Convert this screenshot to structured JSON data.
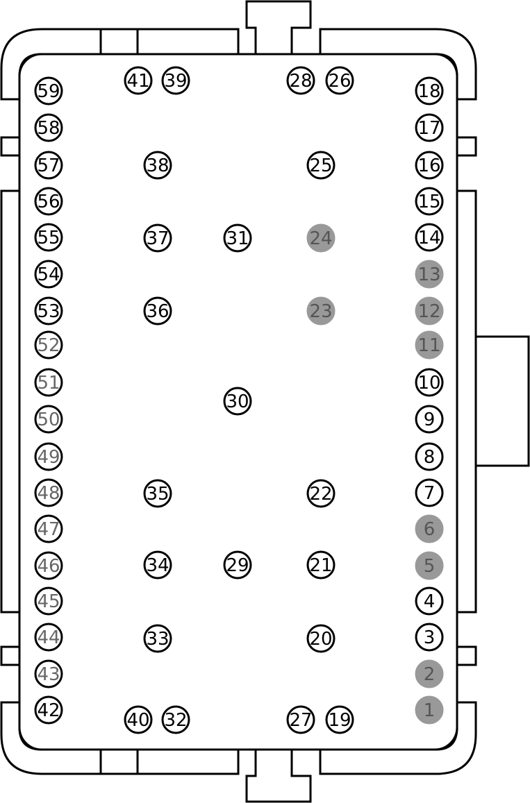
{
  "colors": {
    "stroke": "#000000",
    "background": "#ffffff",
    "pin_open_text": "#000000",
    "pin_filled": "#999999",
    "pin_filled_text": "#555555",
    "pin_light_text": "#666666"
  },
  "pins": [
    {
      "label": "1",
      "style": "filled"
    },
    {
      "label": "2",
      "style": "filled"
    },
    {
      "label": "3",
      "style": "open"
    },
    {
      "label": "4",
      "style": "open"
    },
    {
      "label": "5",
      "style": "filled"
    },
    {
      "label": "6",
      "style": "filled"
    },
    {
      "label": "7",
      "style": "open"
    },
    {
      "label": "8",
      "style": "open"
    },
    {
      "label": "9",
      "style": "open"
    },
    {
      "label": "10",
      "style": "open"
    },
    {
      "label": "11",
      "style": "filled"
    },
    {
      "label": "12",
      "style": "filled"
    },
    {
      "label": "13",
      "style": "filled"
    },
    {
      "label": "14",
      "style": "open"
    },
    {
      "label": "15",
      "style": "open"
    },
    {
      "label": "16",
      "style": "open"
    },
    {
      "label": "17",
      "style": "open"
    },
    {
      "label": "18",
      "style": "open"
    },
    {
      "label": "19",
      "style": "open"
    },
    {
      "label": "20",
      "style": "open"
    },
    {
      "label": "21",
      "style": "open"
    },
    {
      "label": "22",
      "style": "open"
    },
    {
      "label": "23",
      "style": "filled"
    },
    {
      "label": "24",
      "style": "filled"
    },
    {
      "label": "25",
      "style": "open"
    },
    {
      "label": "26",
      "style": "open"
    },
    {
      "label": "27",
      "style": "open"
    },
    {
      "label": "28",
      "style": "open"
    },
    {
      "label": "29",
      "style": "open"
    },
    {
      "label": "30",
      "style": "open"
    },
    {
      "label": "31",
      "style": "open"
    },
    {
      "label": "32",
      "style": "open"
    },
    {
      "label": "33",
      "style": "open"
    },
    {
      "label": "34",
      "style": "open"
    },
    {
      "label": "35",
      "style": "open"
    },
    {
      "label": "36",
      "style": "open"
    },
    {
      "label": "37",
      "style": "open"
    },
    {
      "label": "38",
      "style": "open"
    },
    {
      "label": "39",
      "style": "open"
    },
    {
      "label": "40",
      "style": "open"
    },
    {
      "label": "41",
      "style": "open"
    },
    {
      "label": "42",
      "style": "open"
    },
    {
      "label": "43",
      "style": "light"
    },
    {
      "label": "44",
      "style": "light"
    },
    {
      "label": "45",
      "style": "light"
    },
    {
      "label": "46",
      "style": "light"
    },
    {
      "label": "47",
      "style": "light"
    },
    {
      "label": "48",
      "style": "light"
    },
    {
      "label": "49",
      "style": "light"
    },
    {
      "label": "50",
      "style": "light"
    },
    {
      "label": "51",
      "style": "light"
    },
    {
      "label": "52",
      "style": "light"
    },
    {
      "label": "53",
      "style": "open"
    },
    {
      "label": "54",
      "style": "open"
    },
    {
      "label": "55",
      "style": "open"
    },
    {
      "label": "56",
      "style": "open"
    },
    {
      "label": "57",
      "style": "open"
    },
    {
      "label": "58",
      "style": "open"
    },
    {
      "label": "59",
      "style": "open"
    }
  ]
}
